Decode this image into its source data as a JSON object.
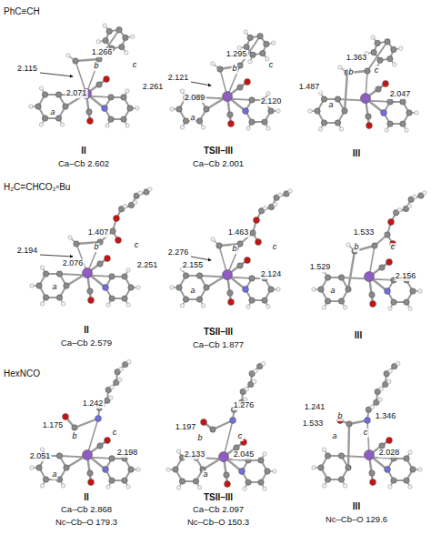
{
  "diagram": {
    "labels": [
      "PhC≡CH",
      "1.266",
      "b",
      "c",
      "2.115",
      "2.261",
      "2.071",
      "a",
      "II",
      "Ca–Cb 2.602",
      "1.295",
      "b",
      "c",
      "2.121",
      "2.120",
      "2.089",
      "a",
      "TSII–III",
      "Ca–Cb 2.001",
      "1.363",
      "b",
      "c",
      "1.487",
      "a",
      "2.047",
      "III",
      "H₂C=CHCO₂ⁿBu",
      "1.407",
      "b",
      "c",
      "2.194",
      "2.076",
      "2.251",
      "a",
      "II",
      "Ca–Cb 2.579",
      "1.463",
      "b",
      "c",
      "2.276",
      "2.155",
      "2.124",
      "a",
      "TSII–III",
      "Ca–Cb 1.877",
      "1.533",
      "b",
      "c",
      "1.529",
      "2.156",
      "a",
      "III",
      "HexNCO",
      "1.242",
      "1.175",
      "b",
      "c",
      "2.198",
      "2.051",
      "a",
      "II",
      "Ca–Cb 2.868",
      "Nc–Cb–O 179.3",
      "1.276",
      "1.197",
      "b",
      "c",
      "2.133",
      "2.045",
      "a",
      "TSII–III",
      "Ca–Cb 2.097",
      "Nc–Cb–O 150.3",
      "1.241",
      "1.533",
      "b",
      "c",
      "1.346",
      "2.028",
      "a",
      "III",
      "Nc–Cb–O 129.6"
    ]
  }
}
